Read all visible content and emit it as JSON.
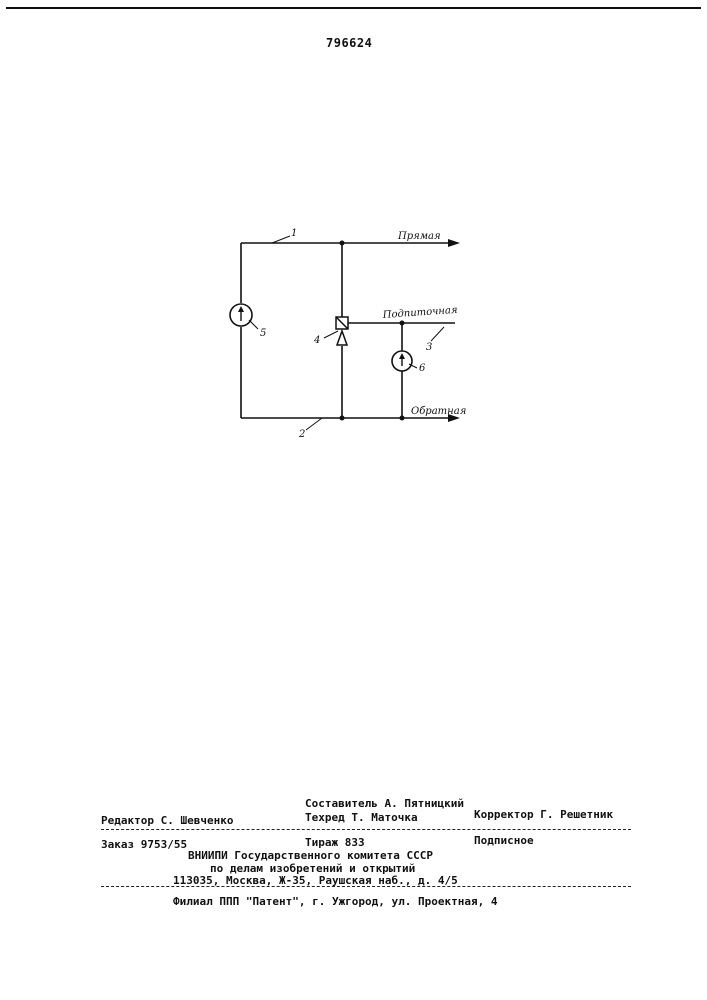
{
  "header": {
    "patent_number": "796624"
  },
  "diagram": {
    "lines": {
      "supply": "Прямая",
      "makeup": "Подпиточная",
      "return": "Обратная"
    },
    "callouts": [
      "1",
      "2",
      "3",
      "4",
      "5",
      "6"
    ]
  },
  "footer": {
    "compiler": "Составитель А. Пятницкий",
    "editor": "Редактор С. Шевченко",
    "techred": "Техред  Т. Маточка",
    "corrector": "Корректор Г. Решетник",
    "order": "Заказ 9753/55",
    "circulation": "Тираж 833",
    "subscription": "Подписное",
    "org_line1": "ВНИИПИ Государственного комитета СССР",
    "org_line2": "по делам изобретений и открытий",
    "address": "113035, Москва, Ж-35, Раушская наб., д. 4/5",
    "branch": "Филиал ППП \"Патент\", г. Ужгород, ул. Проектная, 4"
  }
}
